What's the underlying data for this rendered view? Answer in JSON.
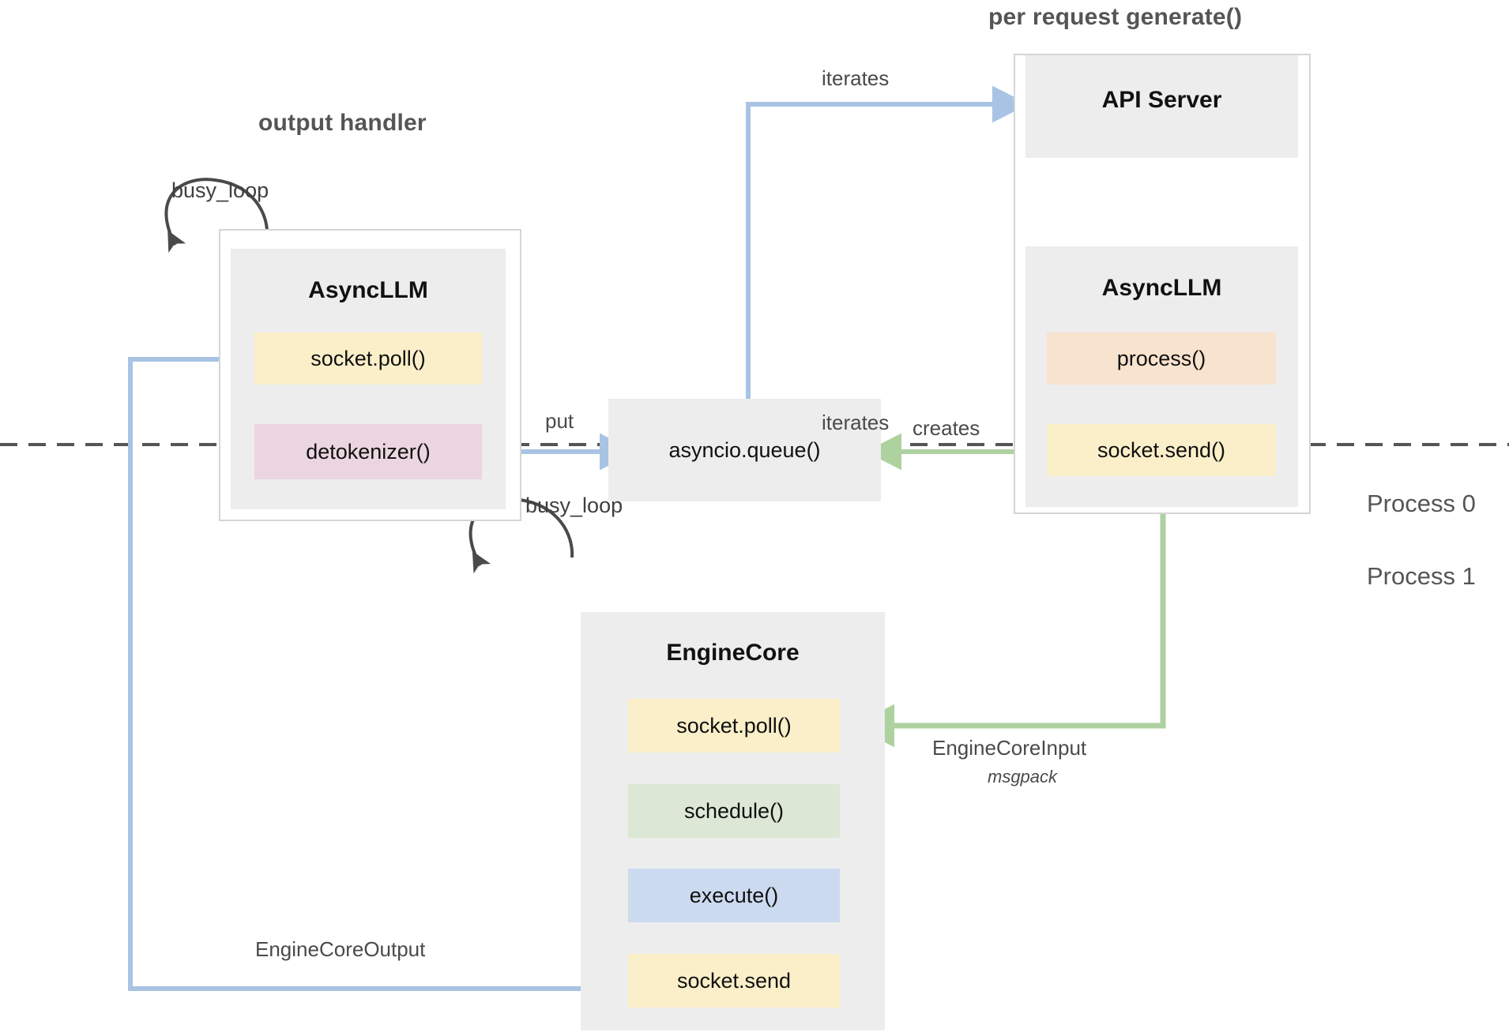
{
  "diagram": {
    "title_output_handler": "output handler",
    "title_per_request": "per request generate()",
    "process_labels": {
      "top": "Process 0",
      "bottom": "Process 1"
    },
    "colors": {
      "yellow": "#FBEFC9",
      "pink": "#EBD5DF",
      "peach": "#F8E3CF",
      "green": "#DCE8D5",
      "blue": "#CCDAF0",
      "gray_box": "#EDEDED",
      "frame_border": "#D5D5D5",
      "arrow_blue": "#A8C3E4",
      "arrow_green": "#AED1A0",
      "arrow_dark": "#4A4A4A",
      "divider": "#555555",
      "text_dark": "#101010",
      "text_muted": "#555555"
    },
    "components": {
      "async_llm_left": {
        "title": "AsyncLLM",
        "items": [
          {
            "label": "socket.poll()",
            "color": "yellow"
          },
          {
            "label": "detokenizer()",
            "color": "pink"
          }
        ]
      },
      "api_server": {
        "title": "API Server"
      },
      "async_llm_right": {
        "title": "AsyncLLM",
        "items": [
          {
            "label": "process()",
            "color": "peach"
          },
          {
            "label": "socket.send()",
            "color": "yellow"
          }
        ]
      },
      "engine_core": {
        "title": "EngineCore",
        "items": [
          {
            "label": "socket.poll()",
            "color": "yellow"
          },
          {
            "label": "schedule()",
            "color": "green"
          },
          {
            "label": "execute()",
            "color": "blue"
          },
          {
            "label": "socket.send",
            "color": "yellow"
          }
        ]
      },
      "asyncio_queue": {
        "label": "asyncio.queue()"
      }
    },
    "edges": {
      "busy_loop_left": "busy_loop",
      "busy_loop_engine": "busy_loop",
      "iterates": "iterates",
      "put": "put",
      "creates": "creates",
      "engine_core_input": "EngineCoreInput",
      "engine_core_input_sub": "msgpack",
      "engine_core_output": "EngineCoreOutput"
    }
  }
}
